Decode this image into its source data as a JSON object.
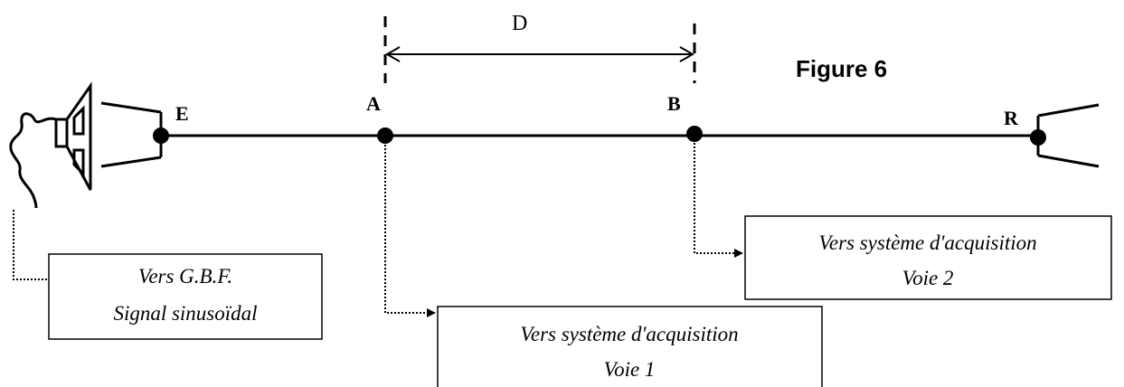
{
  "figure": {
    "title": "Figure 6",
    "distance_label": "D"
  },
  "points": {
    "E": "E",
    "A": "A",
    "B": "B",
    "R": "R"
  },
  "boxes": {
    "gbf": {
      "line1": "Vers G.B.F.",
      "line2": "Signal sinusoïdal"
    },
    "channel1": {
      "line1": "Vers système d'acquisition",
      "line2": "Voie 1"
    },
    "channel2": {
      "line1": "Vers système d'acquisition",
      "line2": "Voie 2"
    }
  }
}
